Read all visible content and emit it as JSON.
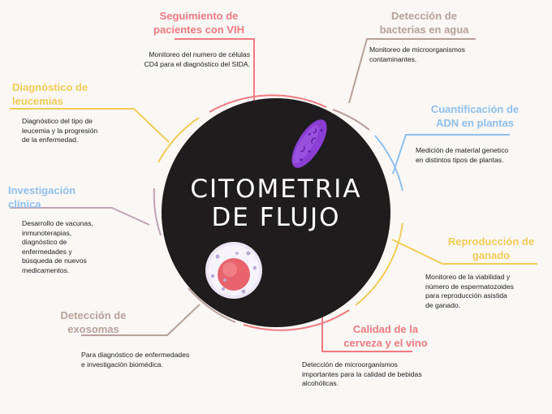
{
  "center": {
    "line1": "CITOMETRIA",
    "line2": "DE FLUJO"
  },
  "colors": {
    "pink": "#f07a80",
    "tan": "#b8a09a",
    "mauve": "#c2a4b6",
    "blue": "#8fc0ec",
    "yellow": "#f3cc55",
    "core": "#1e1c1d",
    "background": "#faf7f5"
  },
  "sections": [
    {
      "id": "vih",
      "title_lines": [
        "Seguimiento de",
        "pacientes con VIH"
      ],
      "desc_lines": [
        "Monitoreo del numero de células",
        "CD4 para el diagnóstico del SIDA."
      ]
    },
    {
      "id": "bacterias",
      "title_lines": [
        "Detección de",
        "bacterias en agua"
      ],
      "desc_lines": [
        "Monitoreo de microorganismos",
        "contaminantes."
      ]
    },
    {
      "id": "adn",
      "title_lines": [
        "Cuantificación de",
        "ADN en plantas"
      ],
      "desc_lines": [
        "Medición de material genetico",
        "en distintos tipos de plantas."
      ]
    },
    {
      "id": "ganado",
      "title_lines": [
        "Reproducción de",
        "ganado"
      ],
      "desc_lines": [
        "Monitoreo de la viabilidad y",
        "número de espermatozoides",
        "para reproducción asistida",
        "de ganado."
      ]
    },
    {
      "id": "cerveza",
      "title_lines": [
        "Calidad de la",
        "cerveza y el vino"
      ],
      "desc_lines": [
        "Detección de microorganismos",
        "importantes para la calidad de bebidas",
        "alcohólicas."
      ]
    },
    {
      "id": "exosomas",
      "title_lines": [
        "Detección de",
        "exosomas"
      ],
      "desc_lines": [
        "Para diagnóstico de enfermedades",
        "e investigación biomédica."
      ]
    },
    {
      "id": "investigacion",
      "title_lines": [
        "Investigación",
        "clínica"
      ],
      "desc_lines": [
        "Desarrollo de vacunas,",
        "inmunoterapias,",
        "diagnóstico de",
        "enfermedades y",
        "búsqueda de nuevos",
        "medicamentos."
      ]
    },
    {
      "id": "leucemias",
      "title_lines": [
        "Diagnóstico de",
        "leucemias"
      ],
      "desc_lines": [
        "Diagnóstico del tipo de",
        "leucemia y la progresión",
        "de la enfermedad."
      ]
    }
  ]
}
